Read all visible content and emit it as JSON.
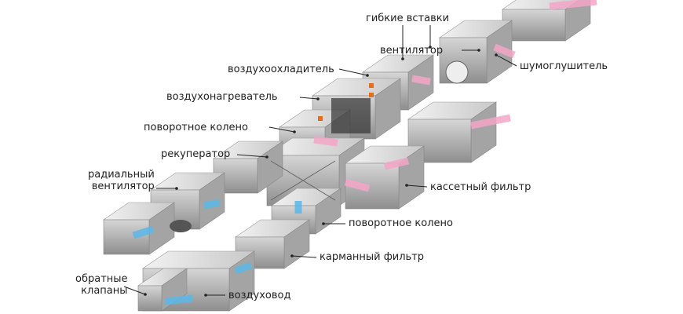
{
  "title": "Схема приточно-вытяжной вентиляционной установки",
  "labels": {
    "flex_inserts": "гибкие вставки",
    "fan": "вентилятор",
    "air_cooler": "воздухоохладитель",
    "air_heater": "воздухонагреватель",
    "rotary_elbow_top": "поворотное колено",
    "recuperator": "рекуператор",
    "radial_fan_1": "радиальный",
    "radial_fan_2": "вентилятор",
    "check_valves_1": "обратные",
    "check_valves_2": "клапаны",
    "silencer": "шумоглушитель",
    "cassette_filter": "кассетный фильтр",
    "rotary_elbow_bottom": "поворотное колено",
    "pocket_filter": "карманный фильтр",
    "air_duct": "воздуховод"
  },
  "colors": {
    "supply_air": "#f4a6c8",
    "exhaust_air": "#5bb8e8",
    "casing": "#b8b8b8",
    "heater_tab": "#e07020"
  }
}
